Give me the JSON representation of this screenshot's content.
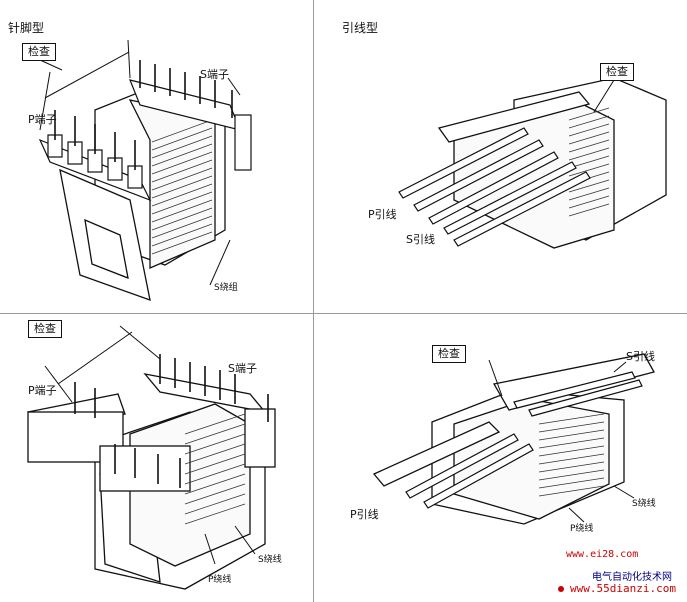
{
  "panels": {
    "top_left": {
      "title": "针脚型",
      "check": "检查",
      "p_term": "P端子",
      "s_term": "S端子",
      "s_coil": "S绕组"
    },
    "top_right": {
      "title": "引线型",
      "check": "检查",
      "p_lead": "P引线",
      "s_lead": "S引线"
    },
    "bottom_left": {
      "check": "检查",
      "p_term": "P端子",
      "s_term": "S端子",
      "p_coil": "P绕线",
      "s_coil": "S绕线"
    },
    "bottom_right": {
      "check": "检查",
      "s_lead": "S引线",
      "p_lead": "P引线",
      "p_coil": "P绕线",
      "s_coil": "S绕线"
    }
  },
  "watermark": {
    "site1": "www.ei28.com",
    "brand": "电气自动化技术网",
    "site2": "www.55dianzi.com",
    "accent": "#cc0000",
    "brand_color": "#000080"
  }
}
